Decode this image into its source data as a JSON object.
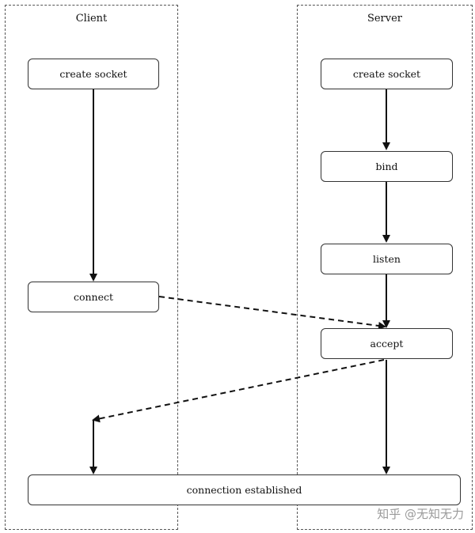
{
  "lanes": {
    "client": "Client",
    "server": "Server"
  },
  "nodes": {
    "client_create_socket": "create socket",
    "client_connect": "connect",
    "server_create_socket": "create socket",
    "server_bind": "bind",
    "server_listen": "listen",
    "server_accept": "accept",
    "connection_established": "connection established"
  },
  "watermark": "知乎 @无知无力"
}
